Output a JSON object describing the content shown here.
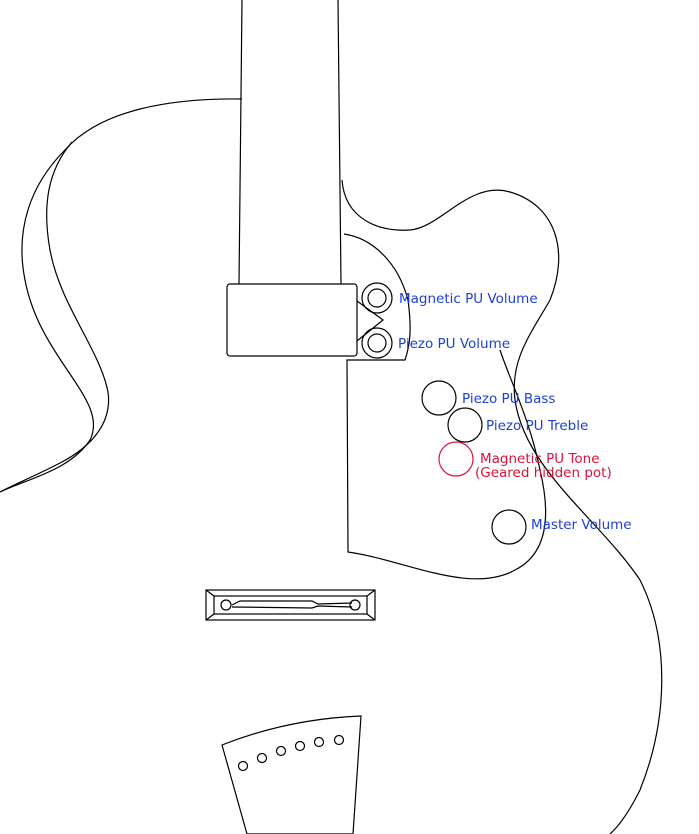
{
  "labels": {
    "mag_volume": "Magnetic PU Volume",
    "piezo_volume": "Piezo PU Volume",
    "piezo_bass": "Piezo PU Bass",
    "piezo_treble": "Piezo PU Treble",
    "mag_tone_1": "Magnetic PU Tone",
    "mag_tone_2": "(Geared hidden pot)",
    "master_volume": "Master Volume"
  },
  "colors": {
    "label_blue": "#1e3fd6",
    "label_red": "#d8143a",
    "outline": "#000000"
  }
}
